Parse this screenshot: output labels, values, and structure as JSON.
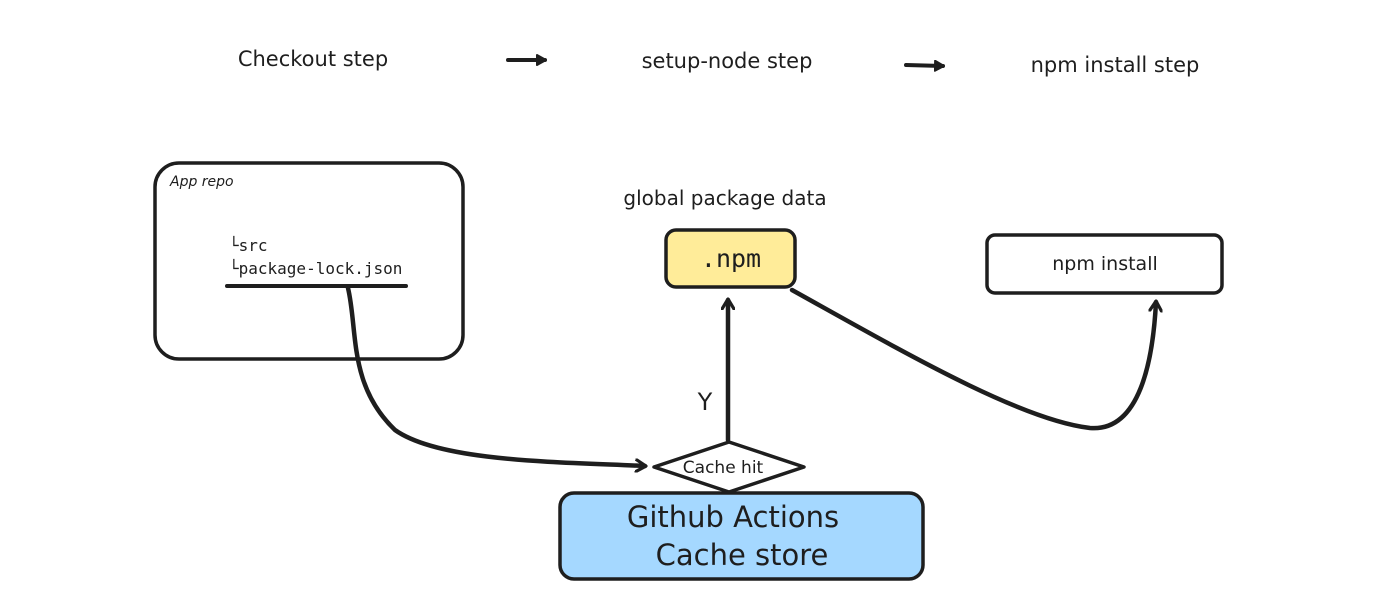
{
  "steps": {
    "checkout": "Checkout step",
    "setup_node": "setup-node step",
    "npm_install": "npm install step"
  },
  "app_repo": {
    "title": "App repo",
    "tree": [
      "└src",
      "└package-lock.json"
    ]
  },
  "global_data_label": "global package data",
  "npm_dir": ".npm",
  "npm_install_box": "npm install",
  "decision": "Cache hit",
  "yes_label": "Y",
  "cache_store": [
    "Github Actions",
    "Cache store"
  ],
  "colors": {
    "stroke": "#1e1e1e",
    "npm_fill": "#ffec99",
    "cache_fill": "#a5d8ff",
    "background": "#ffffff"
  }
}
